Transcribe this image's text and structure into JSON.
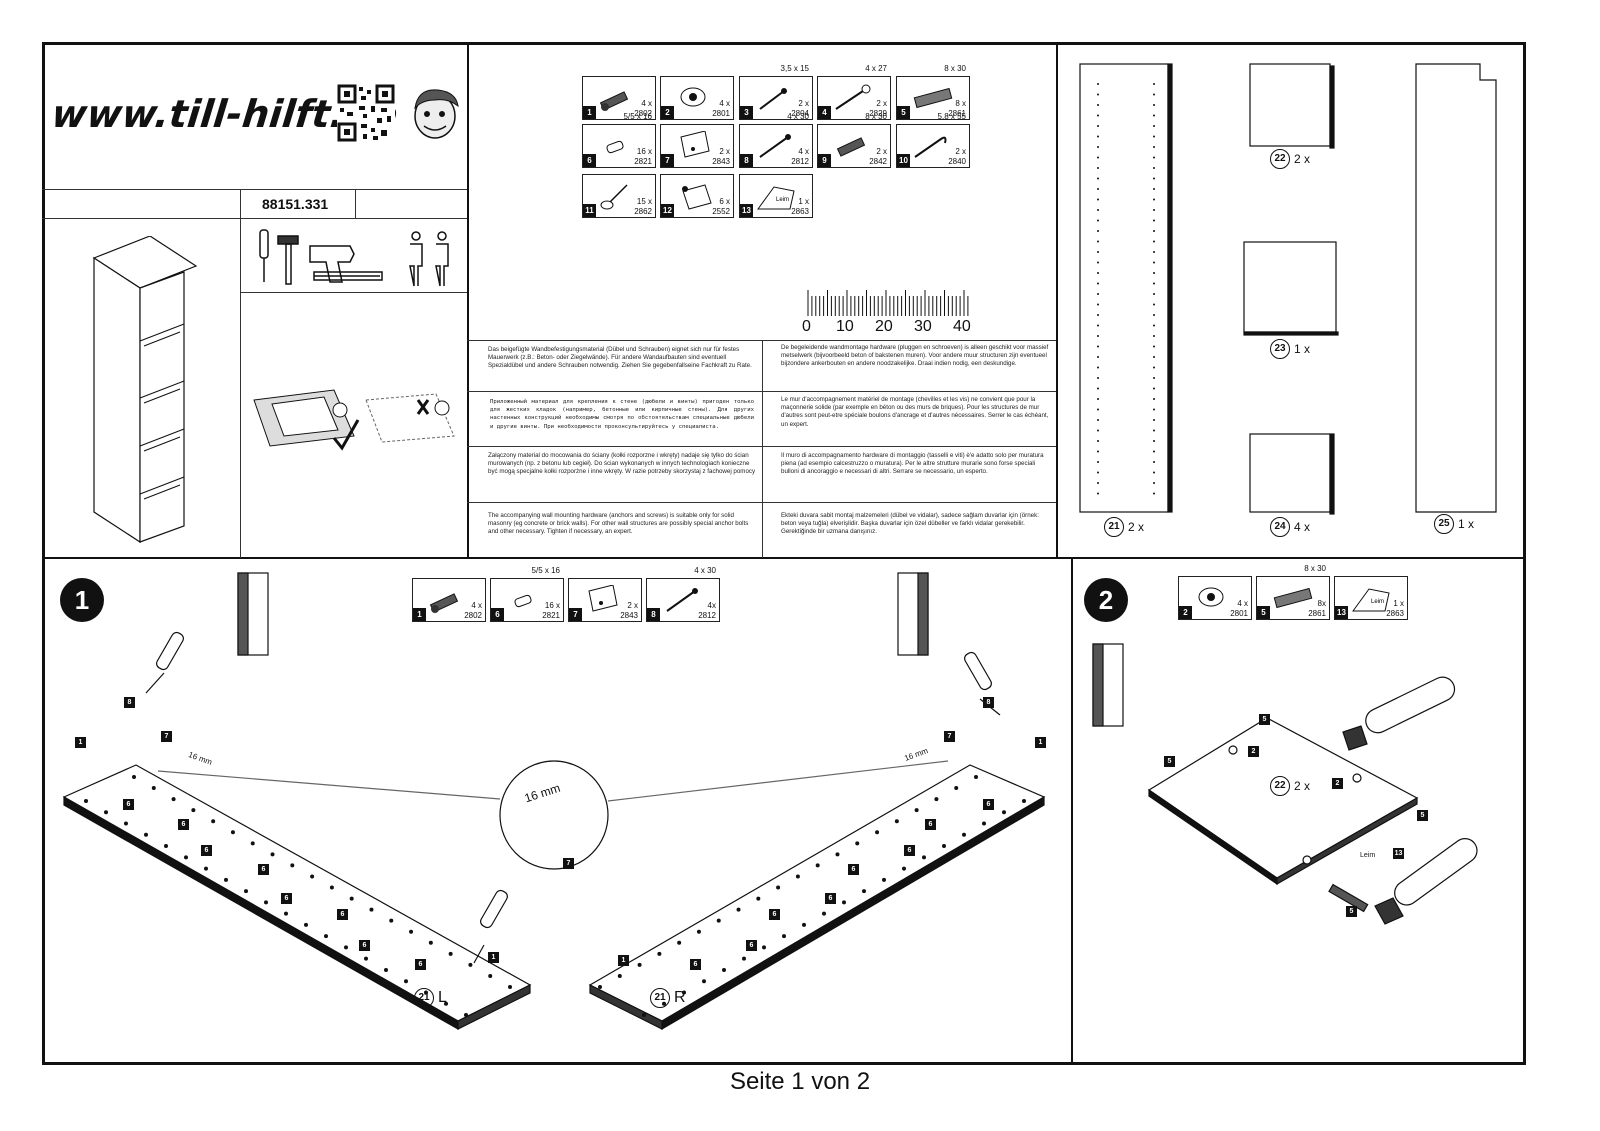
{
  "header": {
    "brand": "www.till-hilft.de",
    "article_number": "88151.331"
  },
  "hardware": [
    {
      "num": "1",
      "qty": "4 x",
      "code": "2802",
      "size": ""
    },
    {
      "num": "2",
      "qty": "4 x",
      "code": "2801",
      "size": ""
    },
    {
      "num": "3",
      "qty": "2 x",
      "code": "2804",
      "size": "3,5 x 15"
    },
    {
      "num": "4",
      "qty": "2 x",
      "code": "2829",
      "size": "4 x 27"
    },
    {
      "num": "5",
      "qty": "8 x",
      "code": "2861",
      "size": "8 x 30"
    },
    {
      "num": "6",
      "qty": "16 x",
      "code": "2821",
      "size": "5/5 x 16"
    },
    {
      "num": "7",
      "qty": "2 x",
      "code": "2843",
      "size": ""
    },
    {
      "num": "8",
      "qty": "4 x",
      "code": "2812",
      "size": "4 x 30"
    },
    {
      "num": "9",
      "qty": "2 x",
      "code": "2842",
      "size": "8 x 30"
    },
    {
      "num": "10",
      "qty": "2 x",
      "code": "2840",
      "size": "5,8 x 55"
    },
    {
      "num": "11",
      "qty": "15 x",
      "code": "2862",
      "size": ""
    },
    {
      "num": "12",
      "qty": "6 x",
      "code": "2552",
      "size": ""
    },
    {
      "num": "13",
      "qty": "1 x",
      "code": "2863",
      "size": ""
    }
  ],
  "ruler": {
    "labels": [
      "0",
      "10",
      "20",
      "30",
      "40"
    ]
  },
  "notices": {
    "de": "Das beigefügte Wandbefestigungsmaterial (Dübel und Schrauben) eignet sich nur für festes Mauerwerk (z.B.: Beton- oder Ziegelwände). Für andere Wandaufbauten sind eventuell Spezialdübel und andere Schrauben notwendig. Ziehen Sie gegebenfallseine Fachkraft zu Rate.",
    "nl": "De begeleidende wandmontage hardware (pluggen en schroeven) is alleen geschikt voor massief metselwerk (bijvoorbeeld beton of bakstenen muren). Voor andere muur structuren zijn eventueel bijzondere ankerbouten en andere noodzakelijke. Draai indien nodig, een deskundige.",
    "ru": "Приложенный материал для крепления к стене (дюбели и винты) пригоден только для жестких кладок (например, бетонные или кирпичные стены). Для других настенных конструкций необходимы смотря по обстоятельствам специальные дюбели и другие винты. При необходимости проконсультируйтесь у специалиста.",
    "fr": "Le mur d'accompagnement matériel de montage (chevilles et les vis) ne convient que pour la maçonnerie solide (par exemple en béton ou des murs de briques). Pour les structures de mur d'autres sont peut-etre spéciale boulons d'ancrage et d'autres nécessaires. Serrer le cas échéant, un expert.",
    "pl": "Załączony material do mocowania do ściany (kołki rozporzne i wkręty) nadaje się tylko do ścian murowanych (np. z betonu lub cegieł). Do ścian wykonanych w innych technologiach konieczne być mogą specjalne kołki rozporżne i inne wkręty. W razie potrzeby skorzystaj z fachowej pomocy",
    "it": "Il muro di accompagnamento hardware di montaggio (tasselli e viti) è'e adatto solo per muratura piena (ad esempio calcestruzzo o muratura). Per le altre strutture murarie sono forse speciali bulloni di ancoraggio e necessari di altri. Serrare se necessario, un esperto.",
    "en": "The accompanying wall mounting hardware (anchors and screws) is suitable only for solid masonry (eg concrete or brick walls). For other wall structures are possibly special anchor bolts and other necessary. Tighten if necessary, an expert.",
    "tr": "Ekteki duvara sabit montaj malzemeleri (dübel ve vidalar), sadece sağlam duvarlar için (örnek: beton veya tuğla) elverişlidir. Başka duvarlar için özel dübeller ve farklı vidalar gerekebilir. Gerektiğinde bir uzmana danışınız."
  },
  "parts": [
    {
      "id": "21",
      "qty": "2 x"
    },
    {
      "id": "22",
      "qty": "2 x"
    },
    {
      "id": "23",
      "qty": "1 x"
    },
    {
      "id": "24",
      "qty": "4 x"
    },
    {
      "id": "25",
      "qty": "1 x"
    }
  ],
  "step1": {
    "number": "1",
    "hardware": [
      {
        "num": "1",
        "qty": "4 x",
        "code": "2802",
        "size": ""
      },
      {
        "num": "6",
        "qty": "16 x",
        "code": "2821",
        "size": "5/5 x 16"
      },
      {
        "num": "7",
        "qty": "2 x",
        "code": "2843",
        "size": ""
      },
      {
        "num": "8",
        "qty": "4x",
        "code": "2812",
        "size": "4 x 30"
      }
    ],
    "dimension": "16 mm",
    "dimension_small": "16 mm",
    "panel_left": "L",
    "panel_right": "R",
    "panel_id": "21"
  },
  "step2": {
    "number": "2",
    "hardware": [
      {
        "num": "2",
        "qty": "4 x",
        "code": "2801",
        "size": ""
      },
      {
        "num": "5",
        "qty": "8x",
        "code": "2861",
        "size": "8 x 30"
      },
      {
        "num": "13",
        "qty": "1 x",
        "code": "2863",
        "size": ""
      }
    ],
    "panel_id": "22",
    "panel_qty": "2 x",
    "glue_label": "Leim"
  },
  "footer": {
    "page": "Seite 1 von 2"
  }
}
